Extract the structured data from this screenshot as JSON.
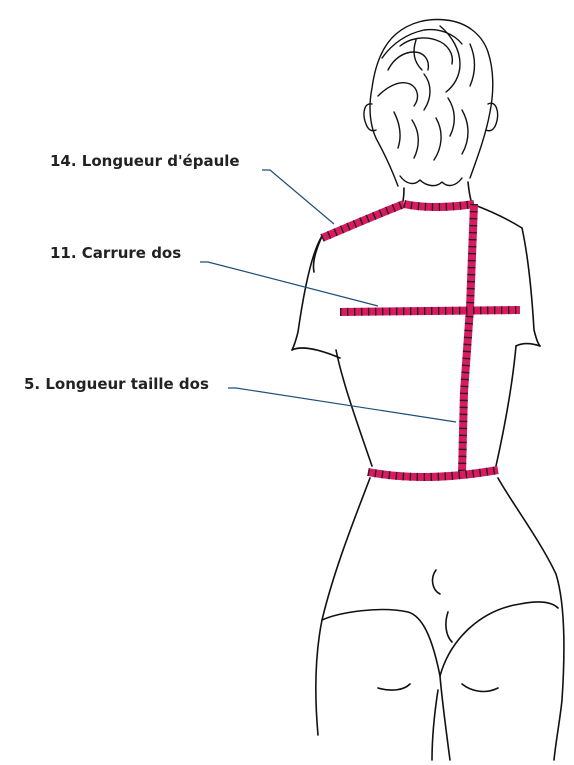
{
  "labels": {
    "shoulder_length": "14. Longueur d'épaule",
    "back_width": "11. Carrure dos",
    "back_waist_length": "5. Longueur taille dos"
  },
  "colors": {
    "tape": "#d81b60",
    "outline": "#111111",
    "leader": "#1d4f7a"
  }
}
